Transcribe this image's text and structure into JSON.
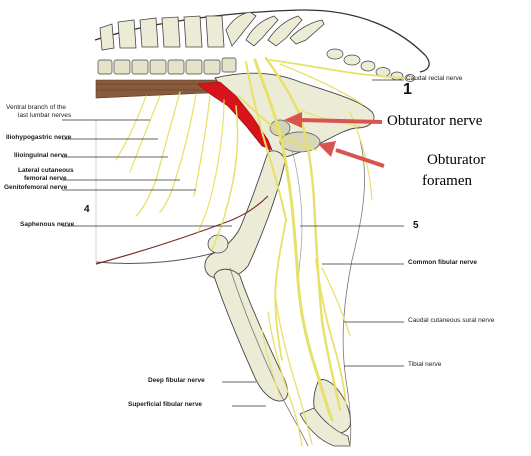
{
  "labels": {
    "caudal_rectal_nerve": "Caudal rectal nerve",
    "number_1": "1",
    "obturator_nerve": "Obturator nerve",
    "obturator_foramen_line1": "Obturator",
    "obturator_foramen_line2": "foramen",
    "ventral_branch_line1": "Ventral branch of the",
    "ventral_branch_line2": "last lumbar nerves",
    "iliohypogastric_nerve": "Iliohypogastric nerve",
    "ilioinguinal_nerve": "Ilioinguinal nerve",
    "lateral_cutaneous_line1": "Lateral cutaneous",
    "lateral_cutaneous_line2": "femoral nerve",
    "genitofemoral_nerve": "Genitofemoral nerve",
    "number_4": "4",
    "saphenous_nerve": "Saphenous nerve",
    "number_5": "5",
    "common_fibular_nerve": "Common fibular nerve",
    "caudal_cutaneous_sural_nerve": "Caudal cutaneous sural nerve",
    "tibial_nerve": "Tibial nerve",
    "deep_fibular_nerve": "Deep fibular nerve",
    "superficial_fibular_nerve": "Superficial fibular nerve"
  },
  "colors": {
    "nerve": "#e8e06a",
    "bone": "#ecebd6",
    "muscle_red": "#d8141b",
    "arrow_red": "#d9544e",
    "outline": "#333333"
  }
}
